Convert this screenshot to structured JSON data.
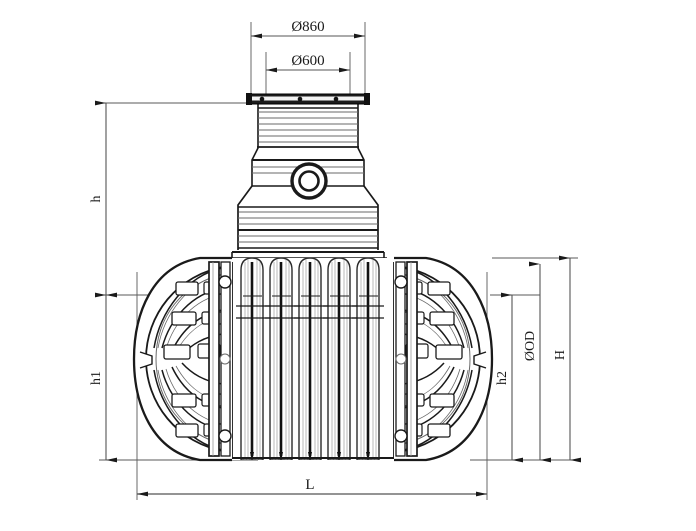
{
  "drawing": {
    "title": "Underground tank cross-section dimension drawing",
    "background_color": "#ffffff",
    "line_color": "#1a1a1a",
    "dim_line_color": "#555555"
  },
  "dimensions": {
    "top_outer": {
      "label": "Ø860",
      "name": "outer-lid-diameter"
    },
    "top_inner": {
      "label": "Ø600",
      "name": "manhole-opening-diameter"
    },
    "left_upper": {
      "label": "h",
      "name": "neck-height"
    },
    "left_lower": {
      "label": "h1",
      "name": "tank-body-height"
    },
    "right_inner": {
      "label": "h2",
      "name": "tank-shell-height"
    },
    "right_middle": {
      "label": "ØOD",
      "name": "outer-diameter"
    },
    "right_outer": {
      "label": "H",
      "name": "overall-body-height"
    },
    "bottom": {
      "label": "L",
      "name": "overall-length"
    }
  },
  "components": {
    "manhole_cover": "manhole-cover",
    "riser_neck": "riser-neck",
    "neck_port": "neck-port",
    "tank_shell": "tank-shell",
    "left_end_cap": "left-end-cap",
    "right_end_cap": "right-end-cap",
    "corrugated_body": "corrugated-body"
  }
}
